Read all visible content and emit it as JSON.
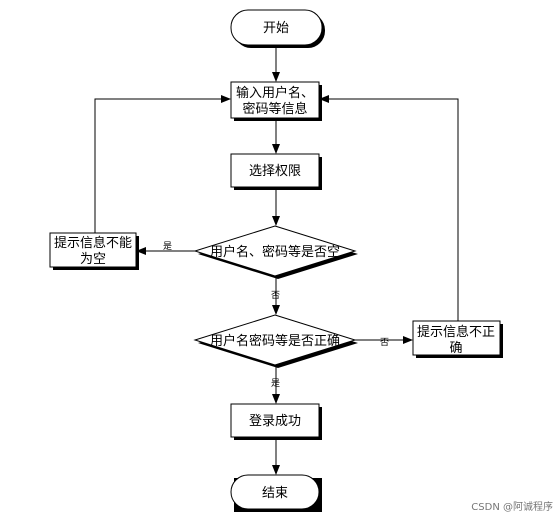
{
  "nodes": {
    "start": "开始",
    "input_line1": "输入用户名、",
    "input_line2": "密码等信息",
    "select_perm": "选择权限",
    "check_empty": "用户名、密码等是否空",
    "prompt_empty_line1": "提示信息不能",
    "prompt_empty_line2": "为空",
    "check_correct": "用户名密码等是否正确",
    "prompt_wrong_line1": "提示信息不正",
    "prompt_wrong_line2": "确",
    "login_success": "登录成功",
    "end": "结束"
  },
  "edges": {
    "empty_yes": "是",
    "empty_no": "否",
    "correct_no": "否",
    "correct_yes": "是"
  },
  "watermark": "CSDN @阿诚程序"
}
